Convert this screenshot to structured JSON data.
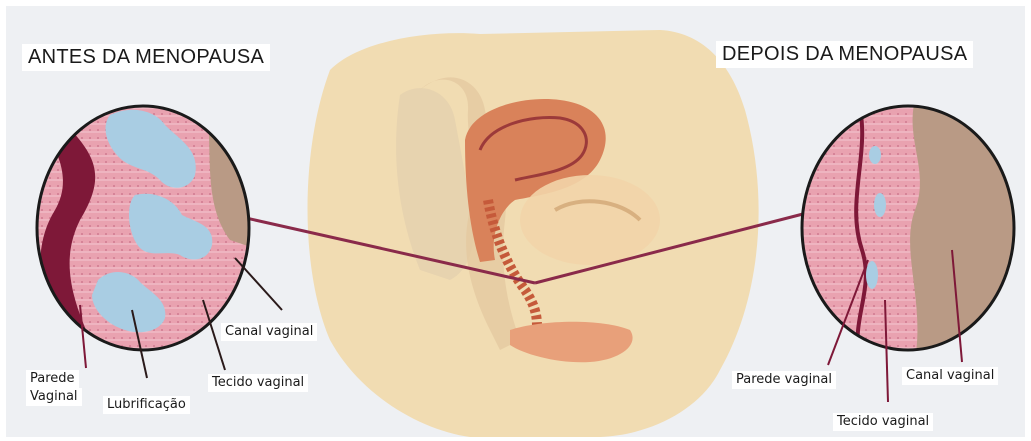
{
  "titles": {
    "before": "ANTES DA MENOPAUSA",
    "after": "DEPOIS DA MENOPAUSA"
  },
  "labels": {
    "before": {
      "canal": "Canal vaginal",
      "parede_line1": "Parede",
      "parede_line2": "Vaginal",
      "lubrificacao": "Lubrificação",
      "tecido": "Tecido vaginal"
    },
    "after": {
      "parede": "Parede vaginal",
      "canal": "Canal vaginal",
      "tecido": "Tecido vaginal"
    }
  },
  "colors": {
    "background_panel": "#eef0f3",
    "body_skin": "#f1dcb2",
    "uterus": "#d9825a",
    "vaginal_wall": "#7e1838",
    "tissue_pink": "#e9a2b0",
    "lubrication_blue": "#a9cde3",
    "canal_brown": "#b99a85",
    "connector": "#8a2a4a"
  }
}
